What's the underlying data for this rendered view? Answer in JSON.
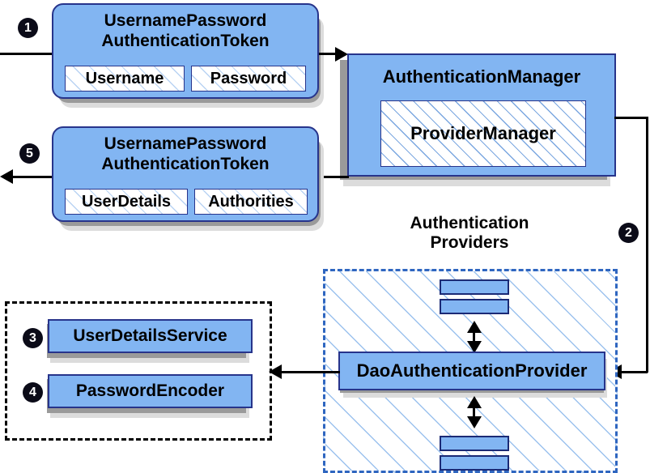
{
  "diagram": {
    "title": "Spring Security username/password authentication flow",
    "colors": {
      "box_fill": "#82b5f2",
      "box_border": "#27348b",
      "hatch_line": "#7ba7e0",
      "providers_border": "#2f66c0",
      "beans_border": "#000000",
      "badge_fill": "#0b0b18",
      "shadow_dark": "#9a9a9a",
      "shadow_light": "#dcdcdc"
    }
  },
  "steps": {
    "one": "1",
    "two": "2",
    "three": "3",
    "four": "4",
    "five": "5"
  },
  "request_token": {
    "title_line1": "UsernamePassword",
    "title_line2": "AuthenticationToken",
    "fields": [
      {
        "label": "Username"
      },
      {
        "label": "Password"
      }
    ]
  },
  "response_token": {
    "title_line1": "UsernamePassword",
    "title_line2": "AuthenticationToken",
    "fields": [
      {
        "label": "UserDetails"
      },
      {
        "label": "Authorities"
      }
    ]
  },
  "authentication_manager": {
    "title": "AuthenticationManager",
    "implementation": "ProviderManager"
  },
  "providers": {
    "caption_line1": "Authentication",
    "caption_line2": "Providers",
    "main_provider": "DaoAuthenticationProvider",
    "other_providers_top": [
      "provider-bar",
      "provider-bar"
    ],
    "other_providers_bottom": [
      "provider-bar",
      "provider-bar"
    ]
  },
  "beans": {
    "items": [
      {
        "label": "UserDetailsService"
      },
      {
        "label": "PasswordEncoder"
      }
    ]
  }
}
